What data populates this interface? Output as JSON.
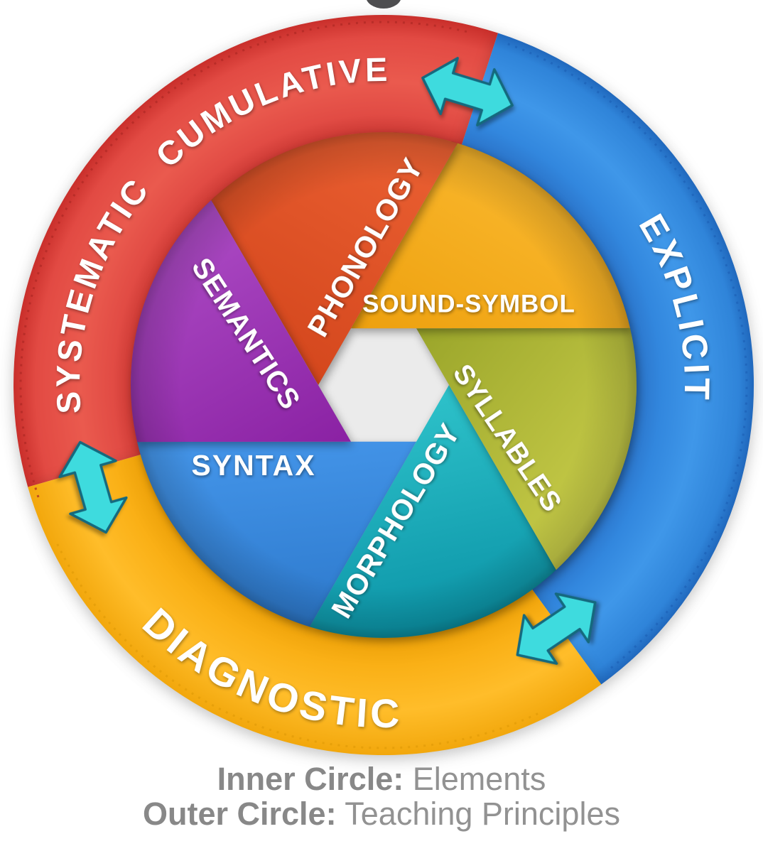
{
  "wheel": {
    "outer_ring": {
      "meaning": "Teaching Principles",
      "segments": [
        {
          "id": "systematic-cumulative",
          "label": "SYSTEMATIC CUMULATIVE",
          "color": "#e24a42"
        },
        {
          "id": "explicit",
          "label": "EXPLICIT",
          "color": "#2f87e0"
        },
        {
          "id": "diagnostic",
          "label": "DIAGNOSTIC",
          "color": "#fbb117"
        }
      ]
    },
    "inner_circle": {
      "meaning": "Elements",
      "elements": [
        {
          "id": "phonology",
          "label": "PHONOLOGY",
          "color": "#e2562a"
        },
        {
          "id": "sound-symbol",
          "label": "SOUND-SYMBOL",
          "color": "#f3a717"
        },
        {
          "id": "syllables",
          "label": "SYLLABLES",
          "color": "#b5bc3e"
        },
        {
          "id": "morphology",
          "label": "MORPHOLOGY",
          "color": "#17aebb"
        },
        {
          "id": "syntax",
          "label": "SYNTAX",
          "color": "#3a8de2"
        },
        {
          "id": "semantics",
          "label": "SEMANTICS",
          "color": "#9b35b4"
        }
      ]
    },
    "arrow_color": "#3edbde",
    "arrow_outline_color": "#15697e"
  },
  "caption": {
    "line1": {
      "bold": "Inner Circle:",
      "normal": " Elements"
    },
    "line2": {
      "bold": "Outer Circle:",
      "normal": " Teaching Principles"
    }
  }
}
